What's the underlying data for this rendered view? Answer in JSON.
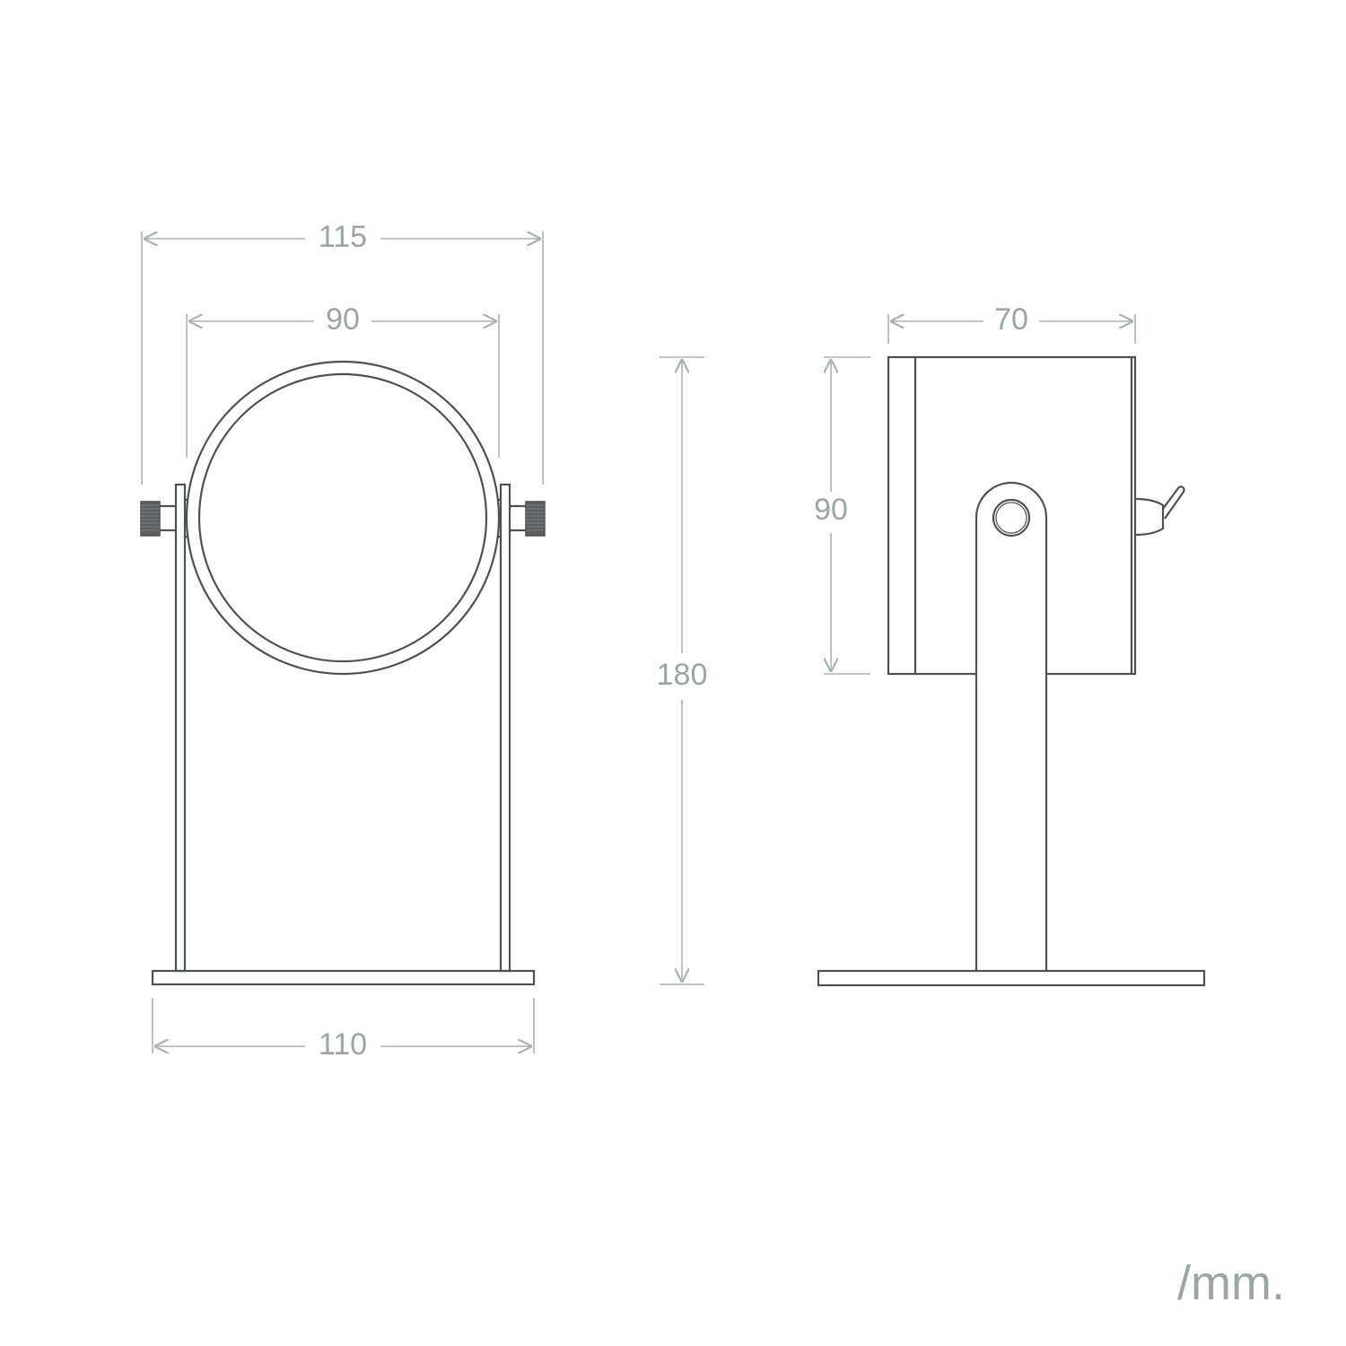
{
  "unit_label": "/mm.",
  "front_view": {
    "overall_width": "115",
    "lens_diameter": "90",
    "base_width": "110"
  },
  "total_height": "180",
  "side_view": {
    "depth": "70",
    "head_height": "90"
  },
  "colors": {
    "line": "#4c5154",
    "dimension": "#a9b3b2",
    "text": "#9aa6a5"
  }
}
